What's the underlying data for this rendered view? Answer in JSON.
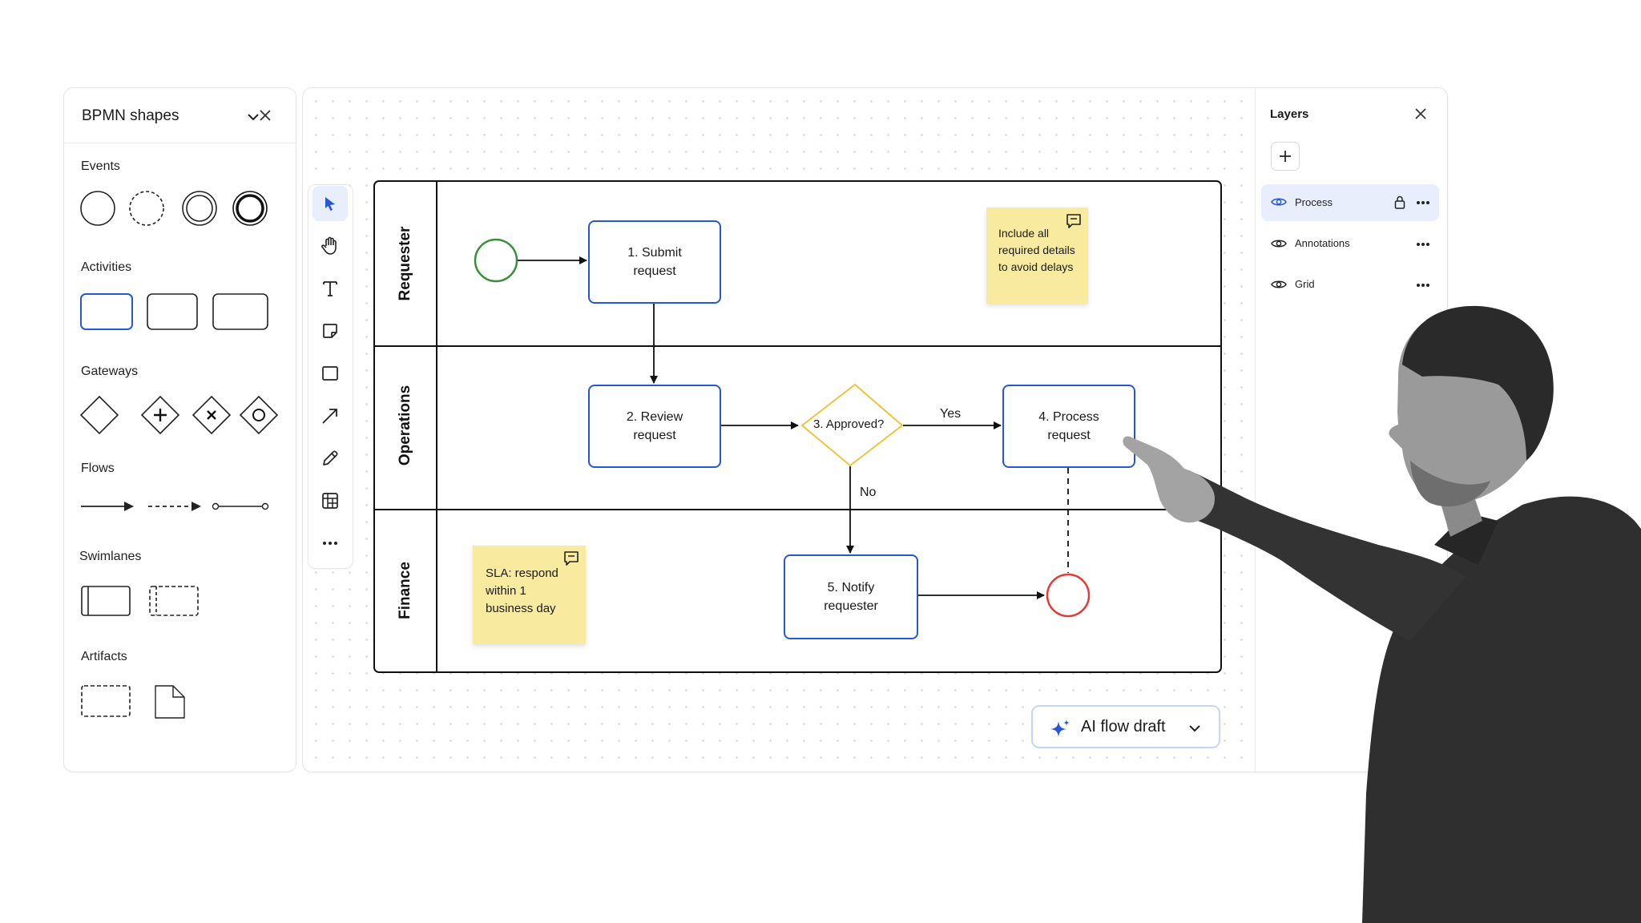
{
  "shapes_panel": {
    "title": "BPMN shapes",
    "sections": {
      "events": "Events",
      "activities": "Activities",
      "gateways": "Gateways",
      "flows": "Flows",
      "swimlanes": "Swimlanes",
      "artifacts": "Artifacts"
    }
  },
  "toolbar": {
    "tools": [
      "select-icon",
      "hand-icon",
      "text-icon",
      "sticky-note-icon",
      "rectangle-icon",
      "arrow-icon",
      "pen-icon",
      "table-icon",
      "more-icon"
    ],
    "active": "select-icon"
  },
  "diagram": {
    "lanes": [
      "Requester",
      "Operations",
      "Finance"
    ],
    "tasks": {
      "submit": "1. Submit request",
      "review": "2. Review request",
      "approved": "3. Approved?",
      "process": "4. Process request",
      "notify": "5. Notify requester"
    },
    "flow_labels": {
      "yes": "Yes",
      "no": "No"
    },
    "notes": {
      "delays": [
        "Include all",
        "required details",
        "to avoid delays"
      ],
      "sla": [
        "SLA: respond",
        "within 1",
        "business day"
      ]
    },
    "colors": {
      "task_border": "#2557d6",
      "gateway": "#f0c33c",
      "start": "#3a8f3a",
      "end": "#e53935",
      "note": "#f8eba0"
    }
  },
  "layers_panel": {
    "title": "Layers",
    "items": [
      {
        "name": "Process",
        "selected": true,
        "locked": true
      },
      {
        "name": "Annotations",
        "selected": false,
        "locked": false
      },
      {
        "name": "Grid",
        "selected": false,
        "locked": false
      }
    ]
  },
  "ai_button": {
    "label": "AI flow draft"
  }
}
